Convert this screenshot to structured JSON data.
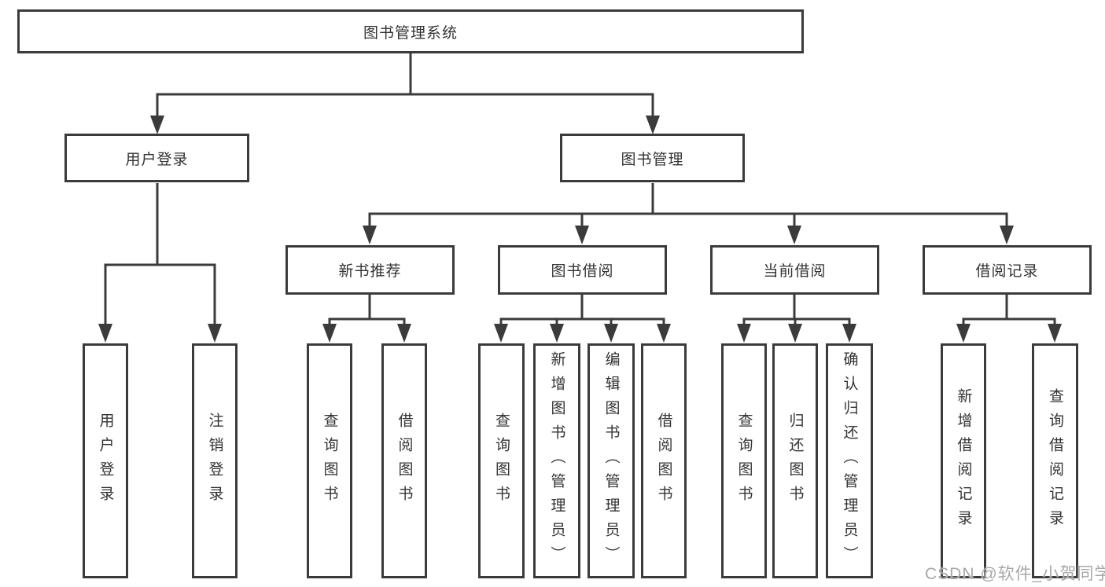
{
  "diagram": {
    "background_color": "#ffffff",
    "line_color": "#3b3b3b",
    "text_color": "#333333",
    "watermark": {
      "text": "CSDN @软件_小贺同学",
      "color": "#a8a8a8"
    },
    "root": {
      "label": "图书管理系统"
    },
    "branches": [
      {
        "label": "用户登录",
        "children": [
          {
            "label": "用户登录"
          },
          {
            "label": "注销登录"
          }
        ]
      },
      {
        "label": "图书管理",
        "children": [
          {
            "label": "新书推荐",
            "children": [
              {
                "label": "查询图书"
              },
              {
                "label": "借阅图书"
              }
            ]
          },
          {
            "label": "图书借阅",
            "children": [
              {
                "label": "查询图书"
              },
              {
                "label": "新增图书（管理员）"
              },
              {
                "label": "编辑图书（管理员）"
              },
              {
                "label": "借阅图书"
              }
            ]
          },
          {
            "label": "当前借阅",
            "children": [
              {
                "label": "查询图书"
              },
              {
                "label": "归还图书"
              },
              {
                "label": "确认归还（管理员）"
              }
            ]
          },
          {
            "label": "借阅记录",
            "children": [
              {
                "label": "新增借阅记录"
              },
              {
                "label": "查询借阅记录"
              }
            ]
          }
        ]
      }
    ]
  }
}
